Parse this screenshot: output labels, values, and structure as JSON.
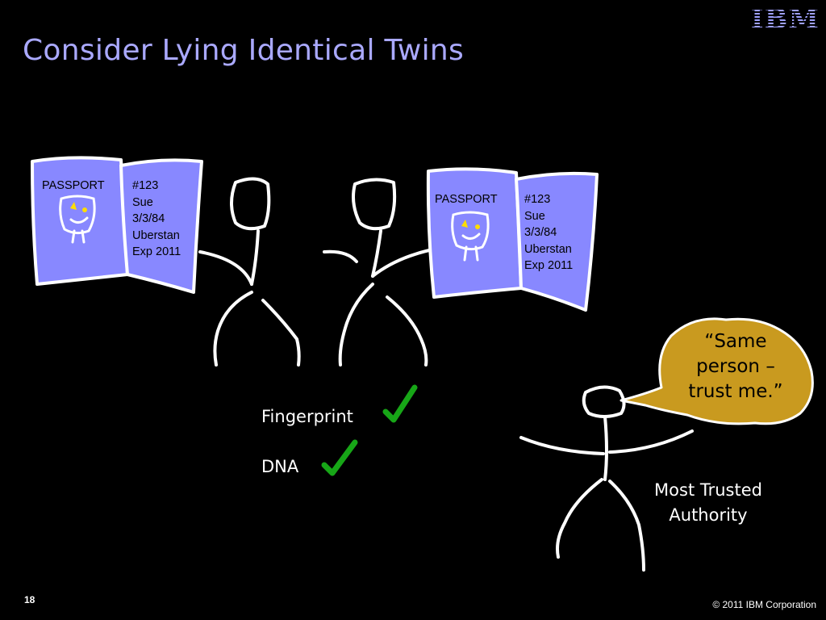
{
  "slide": {
    "title": "Consider Lying Identical Twins",
    "logo": "IBM",
    "slide_number": "18",
    "copyright": "© 2011 IBM Corporation"
  },
  "passport_left": {
    "header": "PASSPORT",
    "lines": [
      "#123",
      "Sue",
      "3/3/84",
      "Uberstan",
      "Exp 2011"
    ]
  },
  "passport_right": {
    "header": "PASSPORT",
    "lines": [
      "#123",
      "Sue",
      "3/3/84",
      "Uberstan",
      "Exp 2011"
    ]
  },
  "checks": {
    "fingerprint": "Fingerprint",
    "dna": "DNA"
  },
  "authority": {
    "speech": [
      "“Same",
      "person –",
      "trust me.”"
    ],
    "label": [
      "Most Trusted",
      "Authority"
    ]
  },
  "colors": {
    "title": "#aaa9ff",
    "passport_fill": "#8888ff",
    "speech_fill": "#c99a1f",
    "check": "#17a617"
  }
}
